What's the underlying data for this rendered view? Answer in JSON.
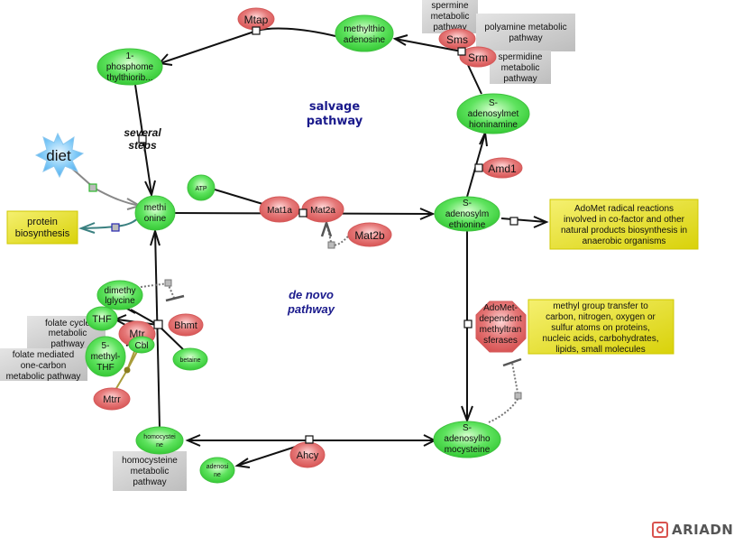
{
  "regions": {
    "salvage": [
      "salvage",
      "pathway"
    ],
    "denovo": [
      "de novo",
      "pathway"
    ],
    "several_steps": [
      "several",
      "steps"
    ]
  },
  "metabolites": {
    "mtp": [
      "1-",
      "phosphome",
      "thylthiorib..."
    ],
    "mta": [
      "methylthio",
      "adenosine"
    ],
    "dcsam": [
      "S-",
      "adenosylmet",
      "hioninamine"
    ],
    "sam": [
      "S-",
      "adenosylm",
      "ethionine"
    ],
    "met": [
      "methi",
      "onine"
    ],
    "atp": [
      "ATP"
    ],
    "dmg": [
      "dimethy",
      "lglycine"
    ],
    "thf": [
      "THF"
    ],
    "mthf": [
      "5-",
      "methyl-",
      "THF"
    ],
    "cbl": [
      "Cbl"
    ],
    "betaine": [
      "betaine"
    ],
    "hcy": [
      "homocystei",
      "ne"
    ],
    "ado": [
      "adenosi",
      "ne"
    ],
    "sah": [
      "S-",
      "adenosylho",
      "mocysteine"
    ]
  },
  "enzymes": {
    "mtap": "Mtap",
    "sms": "Sms",
    "srm": "Srm",
    "amd1": "Amd1",
    "mat1a": "Mat1a",
    "mat2a": "Mat2a",
    "mat2b": "Mat2b",
    "bhmt": "Bhmt",
    "mtr": "Mtr",
    "mtrr": "Mtrr",
    "ahcy": "Ahcy",
    "mtases": [
      "AdoMet-",
      "dependent",
      "methyltran",
      "sferases"
    ]
  },
  "external": {
    "diet": "diet"
  },
  "pathway_boxes": {
    "spermine": [
      "spermine",
      "metabolic",
      "pathway"
    ],
    "polyamine": [
      "polyamine metabolic",
      "pathway"
    ],
    "spermidine": [
      "spermidine",
      "metabolic",
      "pathway"
    ],
    "folate_cycle": [
      "folate cycle",
      "metabolic",
      "pathway"
    ],
    "folate_one_carbon": [
      "folate mediated",
      "one-carbon",
      "metabolic pathway"
    ],
    "homocysteine": [
      "homocysteine",
      "metabolic",
      "pathway"
    ]
  },
  "process_boxes": {
    "protein": [
      "protein",
      "biosynthesis"
    ],
    "radical": [
      "AdoMet radical reactions",
      "involved in co-factor and other",
      "natural products biosynthesis in",
      "anaerobic organisms"
    ],
    "methyl_transfer": [
      "methyl group transfer to",
      "carbon, nitrogen, oxygen or",
      "sulfur atoms on proteins,",
      "nucleic acids, carbohydrates,",
      "lipids, small molecules"
    ]
  },
  "logo": {
    "text": "ARIADNE"
  },
  "colors": {
    "metabolite_fill": "#5ee35e",
    "enzyme_fill": "#e06b6b",
    "pathway_box": "#cfcfcf",
    "process_box": "#e6e01a",
    "label": "#1a1a8c",
    "diet": "#6fc1f5"
  }
}
